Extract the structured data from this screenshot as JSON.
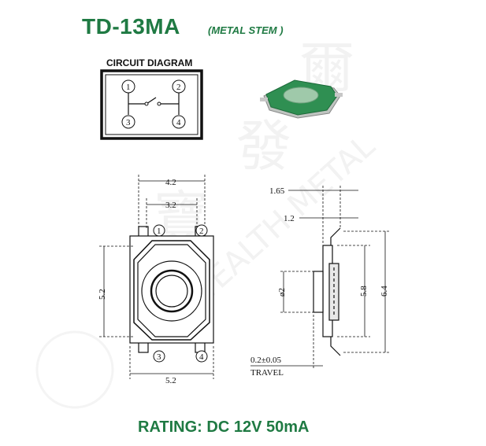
{
  "title": "TD-13MA",
  "subtitle": "(METAL STEM )",
  "circuit_label": "CIRCUIT DIAGRAM",
  "pins": [
    "1",
    "2",
    "3",
    "4"
  ],
  "dimensions": {
    "top_width": "4.2",
    "inner_width": "3.2",
    "body_height": "5.2",
    "bottom_width": "5.2",
    "side_165": "1.65",
    "side_12": "1.2",
    "diameter": "ø2",
    "height_58": "5.8",
    "height_64": "6.4",
    "travel_value": "0.2±0.05",
    "travel_label": "TRAVEL"
  },
  "rating": "RATING: DC 12V 50mA",
  "watermark_chars": [
    "爾",
    "發",
    "寶"
  ],
  "watermark_text": "WEALTH METAL",
  "colors": {
    "brand_green": "#1f7a43",
    "product_green": "#3a9a5a"
  }
}
